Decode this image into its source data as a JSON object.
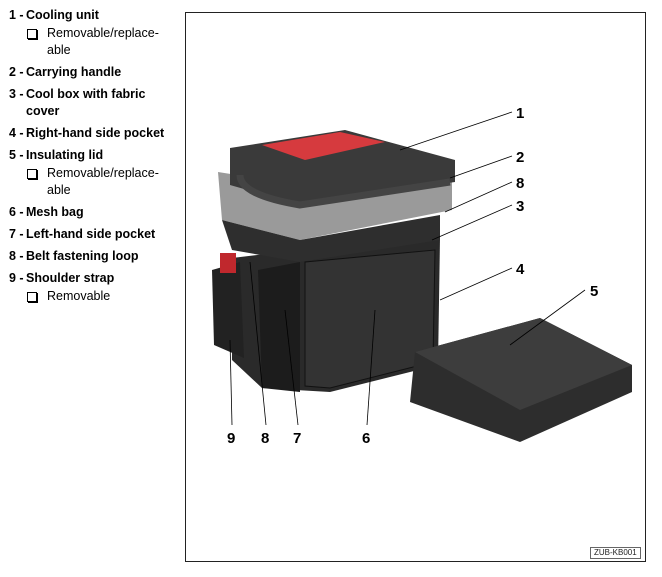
{
  "legend": [
    {
      "num": "1 -",
      "label": "Cooling unit",
      "note": "Removable/replace-able"
    },
    {
      "num": "2 -",
      "label": "Carrying handle"
    },
    {
      "num": "3 -",
      "label": "Cool box with fabric cover"
    },
    {
      "num": "4 -",
      "label": "Right-hand side pocket"
    },
    {
      "num": "5 -",
      "label": "Insulating lid",
      "note": "Removable/replace-able"
    },
    {
      "num": "6 -",
      "label": "Mesh bag"
    },
    {
      "num": "7 -",
      "label": "Left-hand side pocket"
    },
    {
      "num": "8 -",
      "label": "Belt fastening loop"
    },
    {
      "num": "9 -",
      "label": "Shoulder strap",
      "note": "Removable"
    }
  ],
  "figure": {
    "callouts": {
      "c1": "1",
      "c2": "2",
      "c8a": "8",
      "c3": "3",
      "c4": "4",
      "c5": "5",
      "c9": "9",
      "c8b": "8",
      "c7": "7",
      "c6": "6"
    },
    "code": "ZUB-KB001"
  }
}
